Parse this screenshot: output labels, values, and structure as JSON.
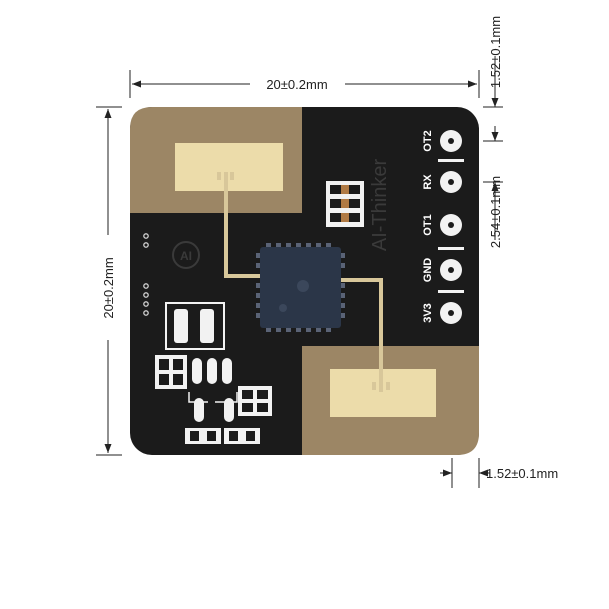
{
  "dimensions": {
    "width": "20±0.2mm",
    "height": "20±0.2mm",
    "edge_top": "1.52±0.1mm",
    "pin_pitch": "2.54±0.1mm",
    "edge_bottom": "1.52±0.1mm"
  },
  "board": {
    "brand": "AI-Thinker",
    "logo": "AI"
  },
  "pins": [
    "OT2",
    "RX",
    "OT1",
    "GND",
    "3V3"
  ],
  "colors": {
    "pcb": "#1b1b1b",
    "copper_pour": "#9c8665",
    "antenna_pad": "#ecdcaa",
    "chip": "#2b3648",
    "pad_white": "#f2f2f2"
  }
}
